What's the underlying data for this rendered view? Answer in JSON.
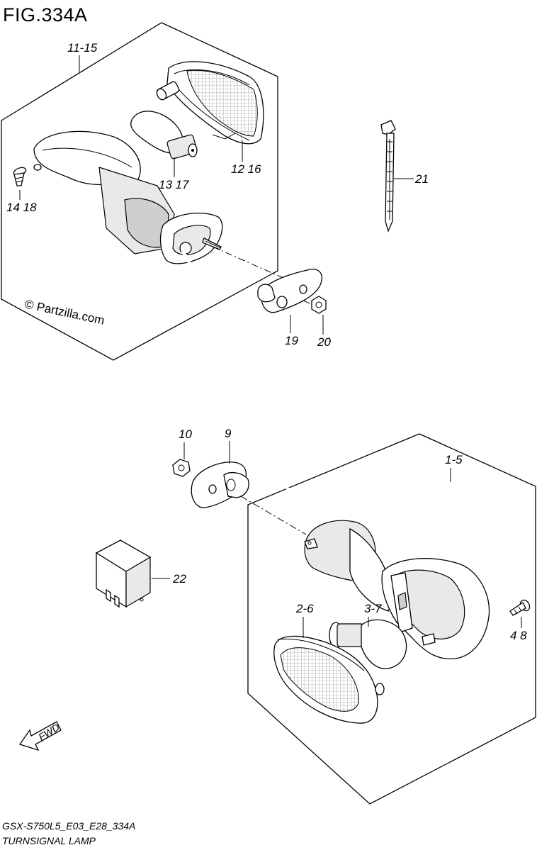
{
  "figure": {
    "title": "FIG.334A",
    "watermark": "© Partzilla.com",
    "footer_code": "GSX-S750L5_E03_E28_334A",
    "footer_name": "TURNSIGNAL LAMP",
    "fwd_label": "FWD"
  },
  "callouts": {
    "c_11_15": "11-15",
    "c_12_16": "12 16",
    "c_13_17": "13 17",
    "c_14_18": "14 18",
    "c_21": "21",
    "c_19": "19",
    "c_20": "20",
    "c_10": "10",
    "c_9": "9",
    "c_1_5": "1-5",
    "c_22": "22",
    "c_2_6": "2-6",
    "c_3_7": "3-7",
    "c_4_8": "4 8"
  }
}
